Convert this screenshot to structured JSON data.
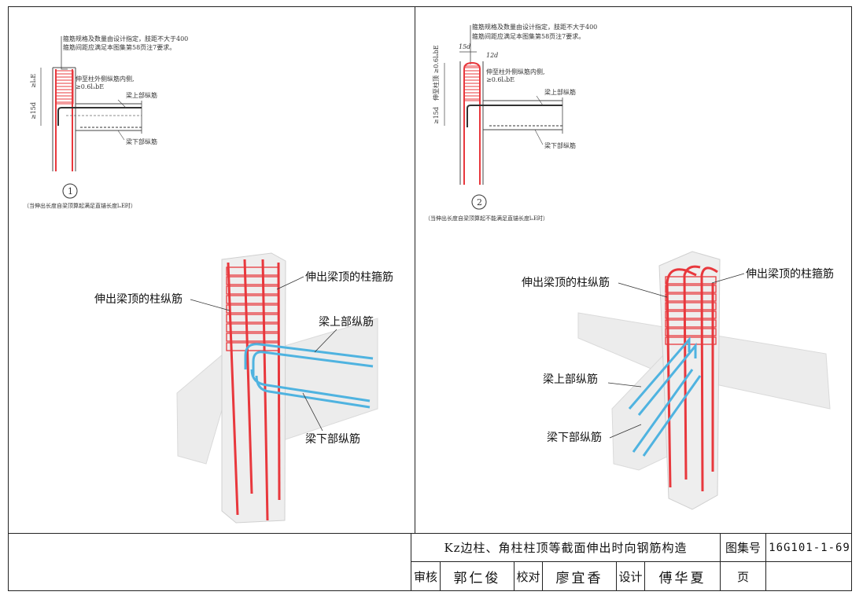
{
  "detail1": {
    "note_line1": "箍筋规格及数量由设计指定，肢距不大于400",
    "note_line2": "箍筋间距应满足本图集第58页注7要求。",
    "dim_lae": "≥lₐE",
    "dim_15d": "≥15d",
    "inner_text1": "伸至柱外侧纵筋内侧,",
    "inner_text2": "≥0.6lₐbE",
    "beam_top_label": "梁上部纵筋",
    "beam_bottom_label": "梁下部纵筋",
    "number": "1",
    "caption": "（当伸出长度自梁顶算起满足直锚长度lₐE时）"
  },
  "detail2": {
    "note_line1": "箍筋规格及数量由设计指定，肢距不大于400",
    "note_line2": "箍筋间距应满足本图集第58页注7要求。",
    "dim_15d_top": "15d",
    "dim_12d": "12d",
    "dim_vertical": "伸至柱顶 ≥0.6lₐbE",
    "dim_15d": "≥15d",
    "inner_text1": "伸至柱外侧纵筋内侧,",
    "inner_text2": "≥0.6lₐbE",
    "beam_top_label": "梁上部纵筋",
    "beam_bottom_label": "梁下部纵筋",
    "number": "2",
    "caption": "（当伸出长度自梁顶算起不能满足直锚长度lₐE时）"
  },
  "iso1": {
    "label_column_bars": "伸出梁顶的柱纵筋",
    "label_stirrups": "伸出梁顶的柱箍筋",
    "label_beam_top": "梁上部纵筋",
    "label_beam_bottom": "梁下部纵筋"
  },
  "iso2": {
    "label_column_bars": "伸出梁顶的柱纵筋",
    "label_stirrups": "伸出梁顶的柱箍筋",
    "label_beam_top": "梁上部纵筋",
    "label_beam_bottom": "梁下部纵筋"
  },
  "title_block": {
    "title": "Kz边柱、角柱柱顶等截面伸出时向钢筋构造",
    "atlas_label": "图集号",
    "atlas_number": "16G101-1-69",
    "review_label": "审核",
    "review_name": "郭仁俊",
    "check_label": "校对",
    "check_name": "廖宜香",
    "design_label": "设计",
    "design_name": "傅华夏",
    "page_label": "页",
    "page_value": ""
  },
  "colors": {
    "rebar_red": "#e8383d",
    "rebar_blue": "#4fb3e0",
    "concrete": "#e9e9e9",
    "line": "#222222"
  }
}
